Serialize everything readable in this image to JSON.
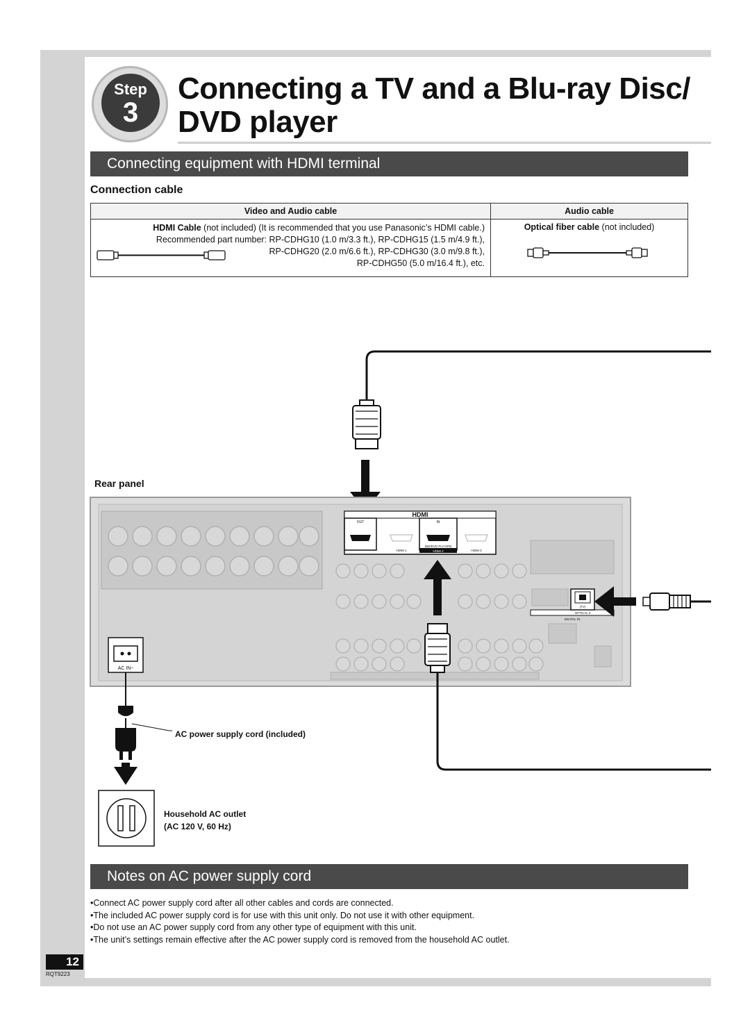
{
  "header": {
    "step_word": "Step",
    "step_number": "3",
    "title_line1": "Connecting a TV and a Blu-ray Disc/",
    "title_line2": "DVD player"
  },
  "section_hdmi": {
    "title": "Connecting equipment with HDMI terminal"
  },
  "connection_cable": {
    "heading": "Connection cable",
    "columns": [
      "Video and Audio cable",
      "Audio cable"
    ],
    "hdmi_cable": {
      "name": "HDMI Cable",
      "note": " (not included) (It is recommended that you use Panasonic’s HDMI cable.)",
      "line2": "Recommended part number: RP-CDHG10 (1.0 m/3.3 ft.), RP-CDHG15 (1.5 m/4.9 ft.),",
      "line3": "RP-CDHG20 (2.0 m/6.6 ft.), RP-CDHG30 (3.0 m/9.8 ft.),",
      "line4": "RP-CDHG50 (5.0 m/16.4 ft.), etc."
    },
    "optical_cable": {
      "name": "Optical fiber cable",
      "note": " (not included)"
    }
  },
  "diagram": {
    "rear_panel_label": "Rear panel",
    "hdmi_logo": "HDMI",
    "hdmi_out_label": "OUT",
    "hdmi_in_label": "IN",
    "hdmi_in2_caption": "(BD/DVD PLAYER)",
    "hdmi_slots": [
      "HDMI 1",
      "HDMI 2",
      "HDMI 3"
    ],
    "optical_caption_tv": "(TV)",
    "optical_caption": "OPTICAL 3",
    "digital_in_label": "DIGITAL IN",
    "ac_in_label": "AC IN~",
    "cord_label": "AC power supply cord (included)",
    "outlet_label_line1": "Household AC outlet",
    "outlet_label_line2": "(AC 120 V, 60 Hz)"
  },
  "section_notes": {
    "title": "Notes on AC power supply cord"
  },
  "notes": [
    "Connect AC power supply cord after all other cables and cords are connected.",
    "The included AC power supply cord is for use with this unit only. Do not use it with other equipment.",
    "Do not use an AC power supply cord from any other type of equipment with this unit.",
    "The unit’s settings remain effective after the AC power supply cord is removed from the household AC outlet."
  ],
  "footer": {
    "page_number": "12",
    "model_code": "RQT9223"
  }
}
